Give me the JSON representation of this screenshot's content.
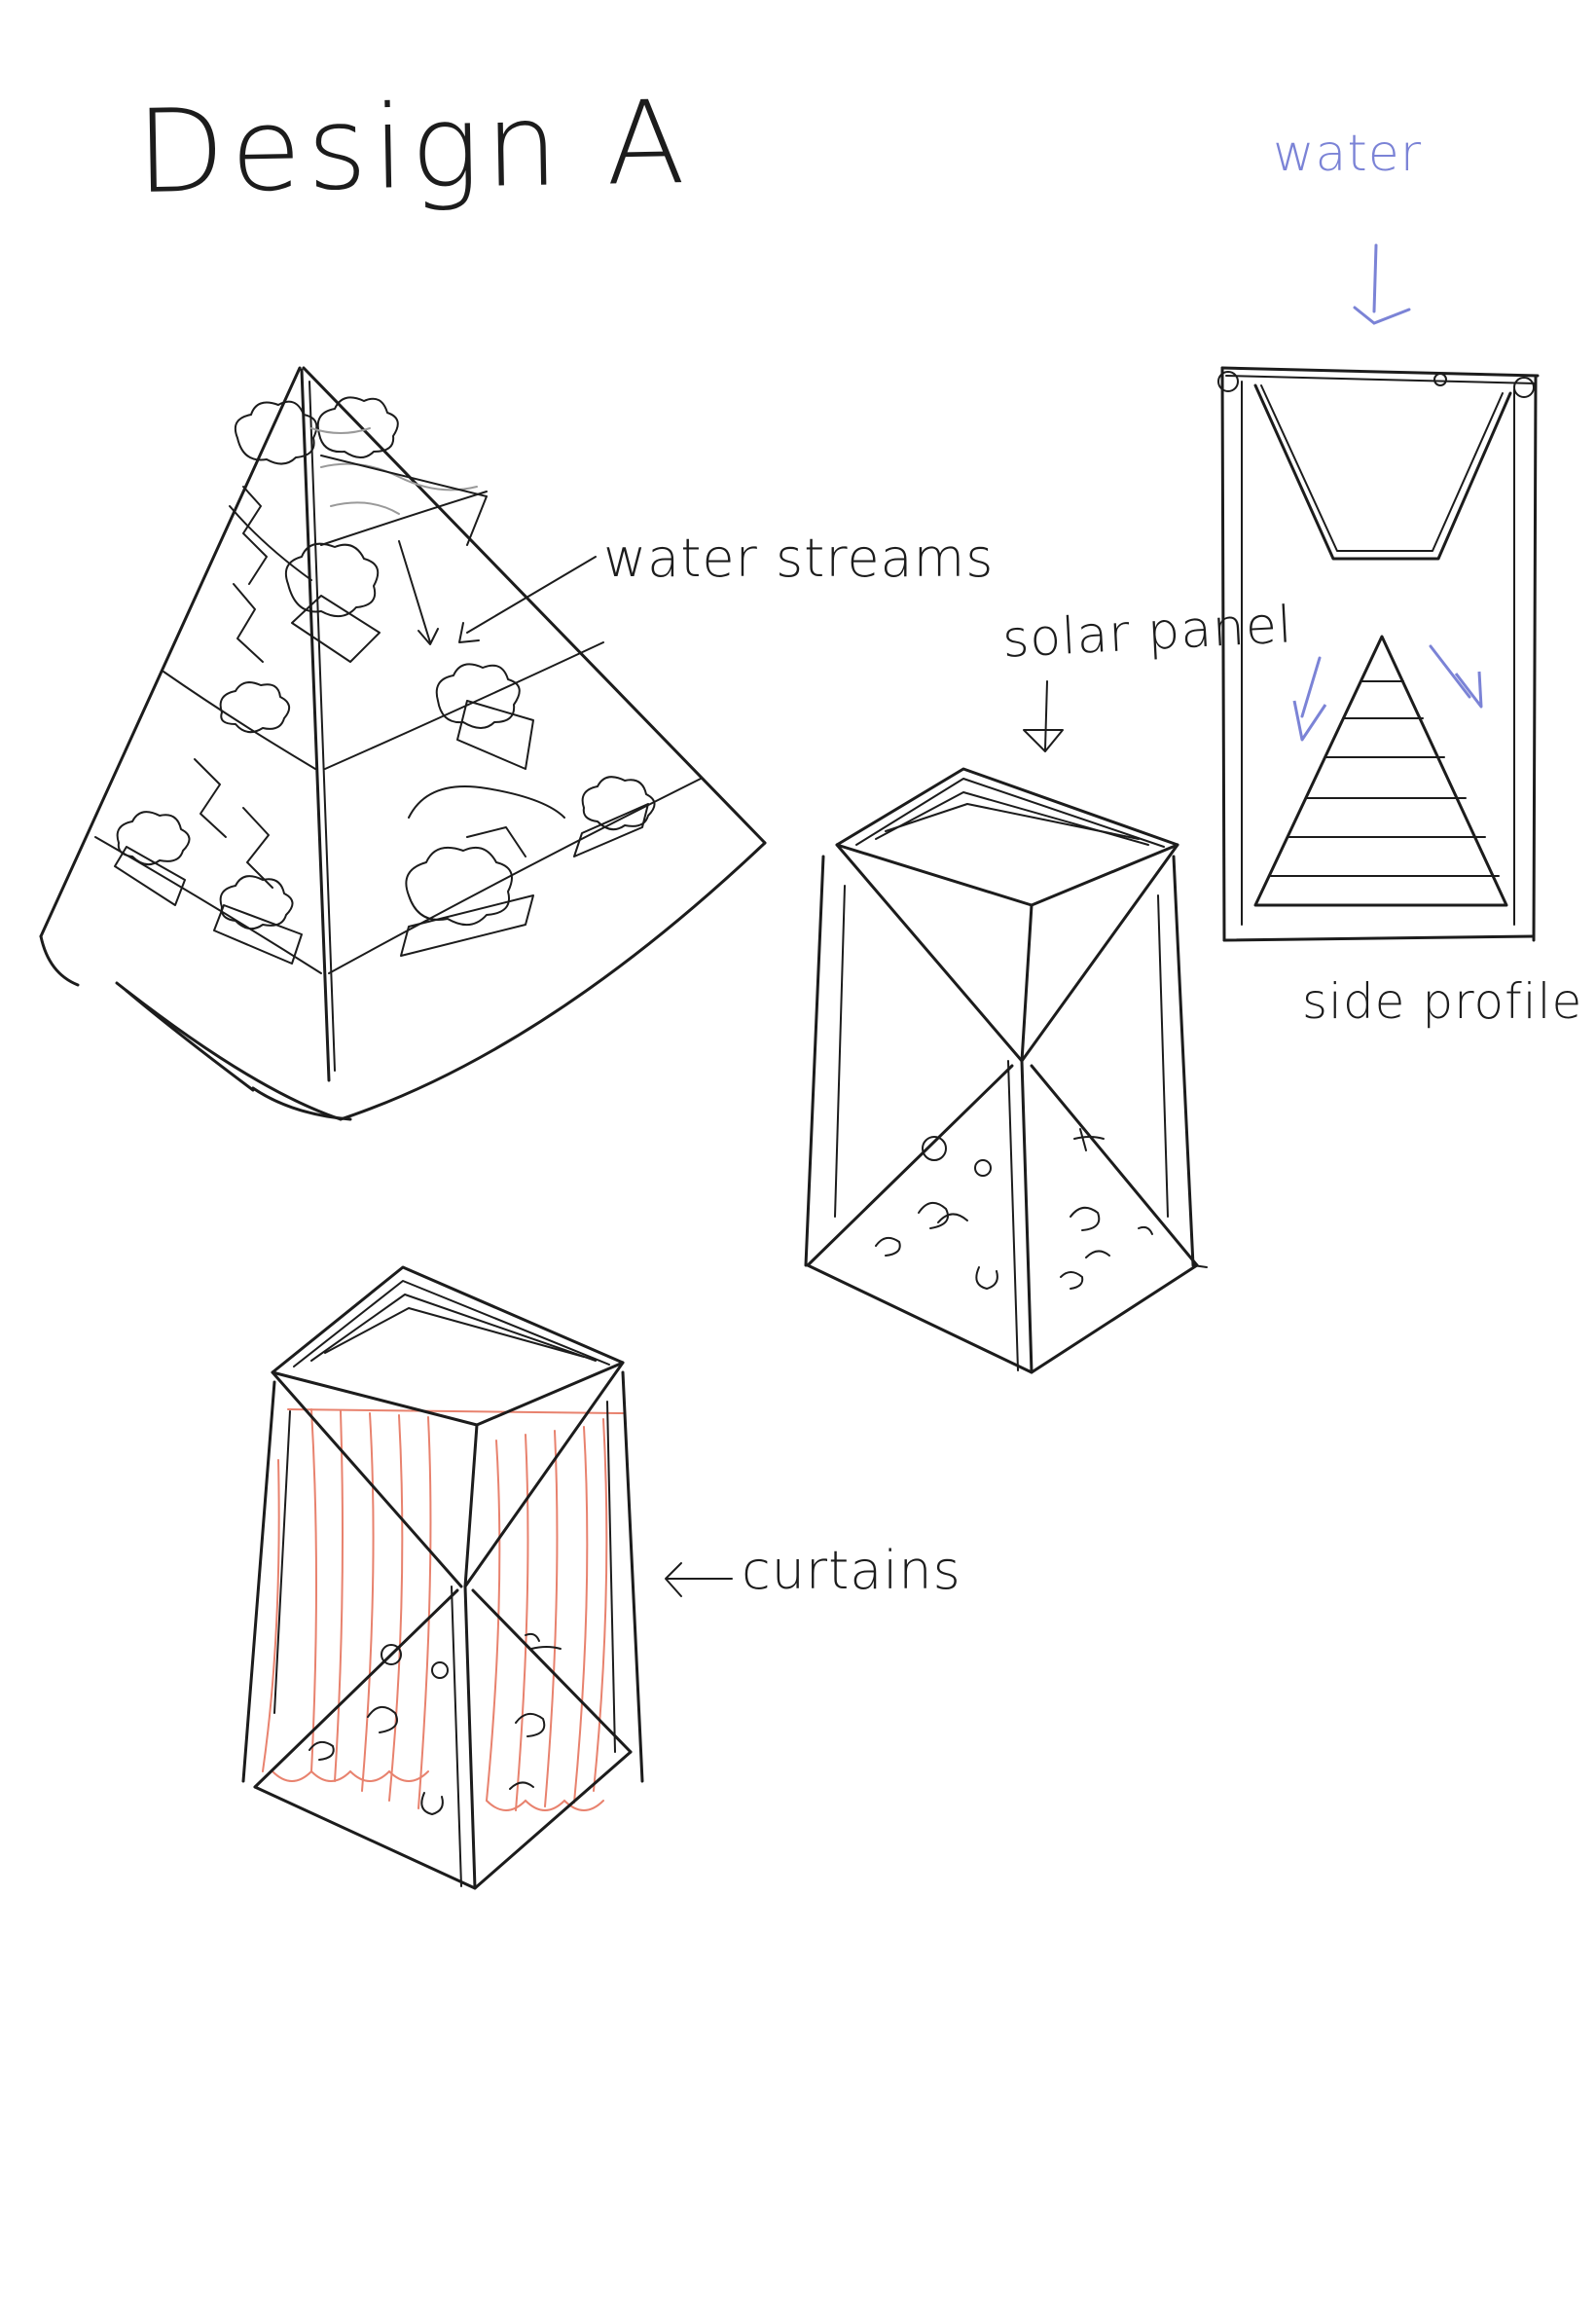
{
  "sheet": {
    "title": "Design A"
  },
  "labels": {
    "water": "water",
    "water_streams": "water streams",
    "solar_panel": "solar panel",
    "side_profile": "side profile",
    "curtains": "curtains"
  },
  "colors": {
    "ink": "#1c1c1c",
    "water_annotation": "#7b83d6",
    "curtain": "#e8826e"
  }
}
